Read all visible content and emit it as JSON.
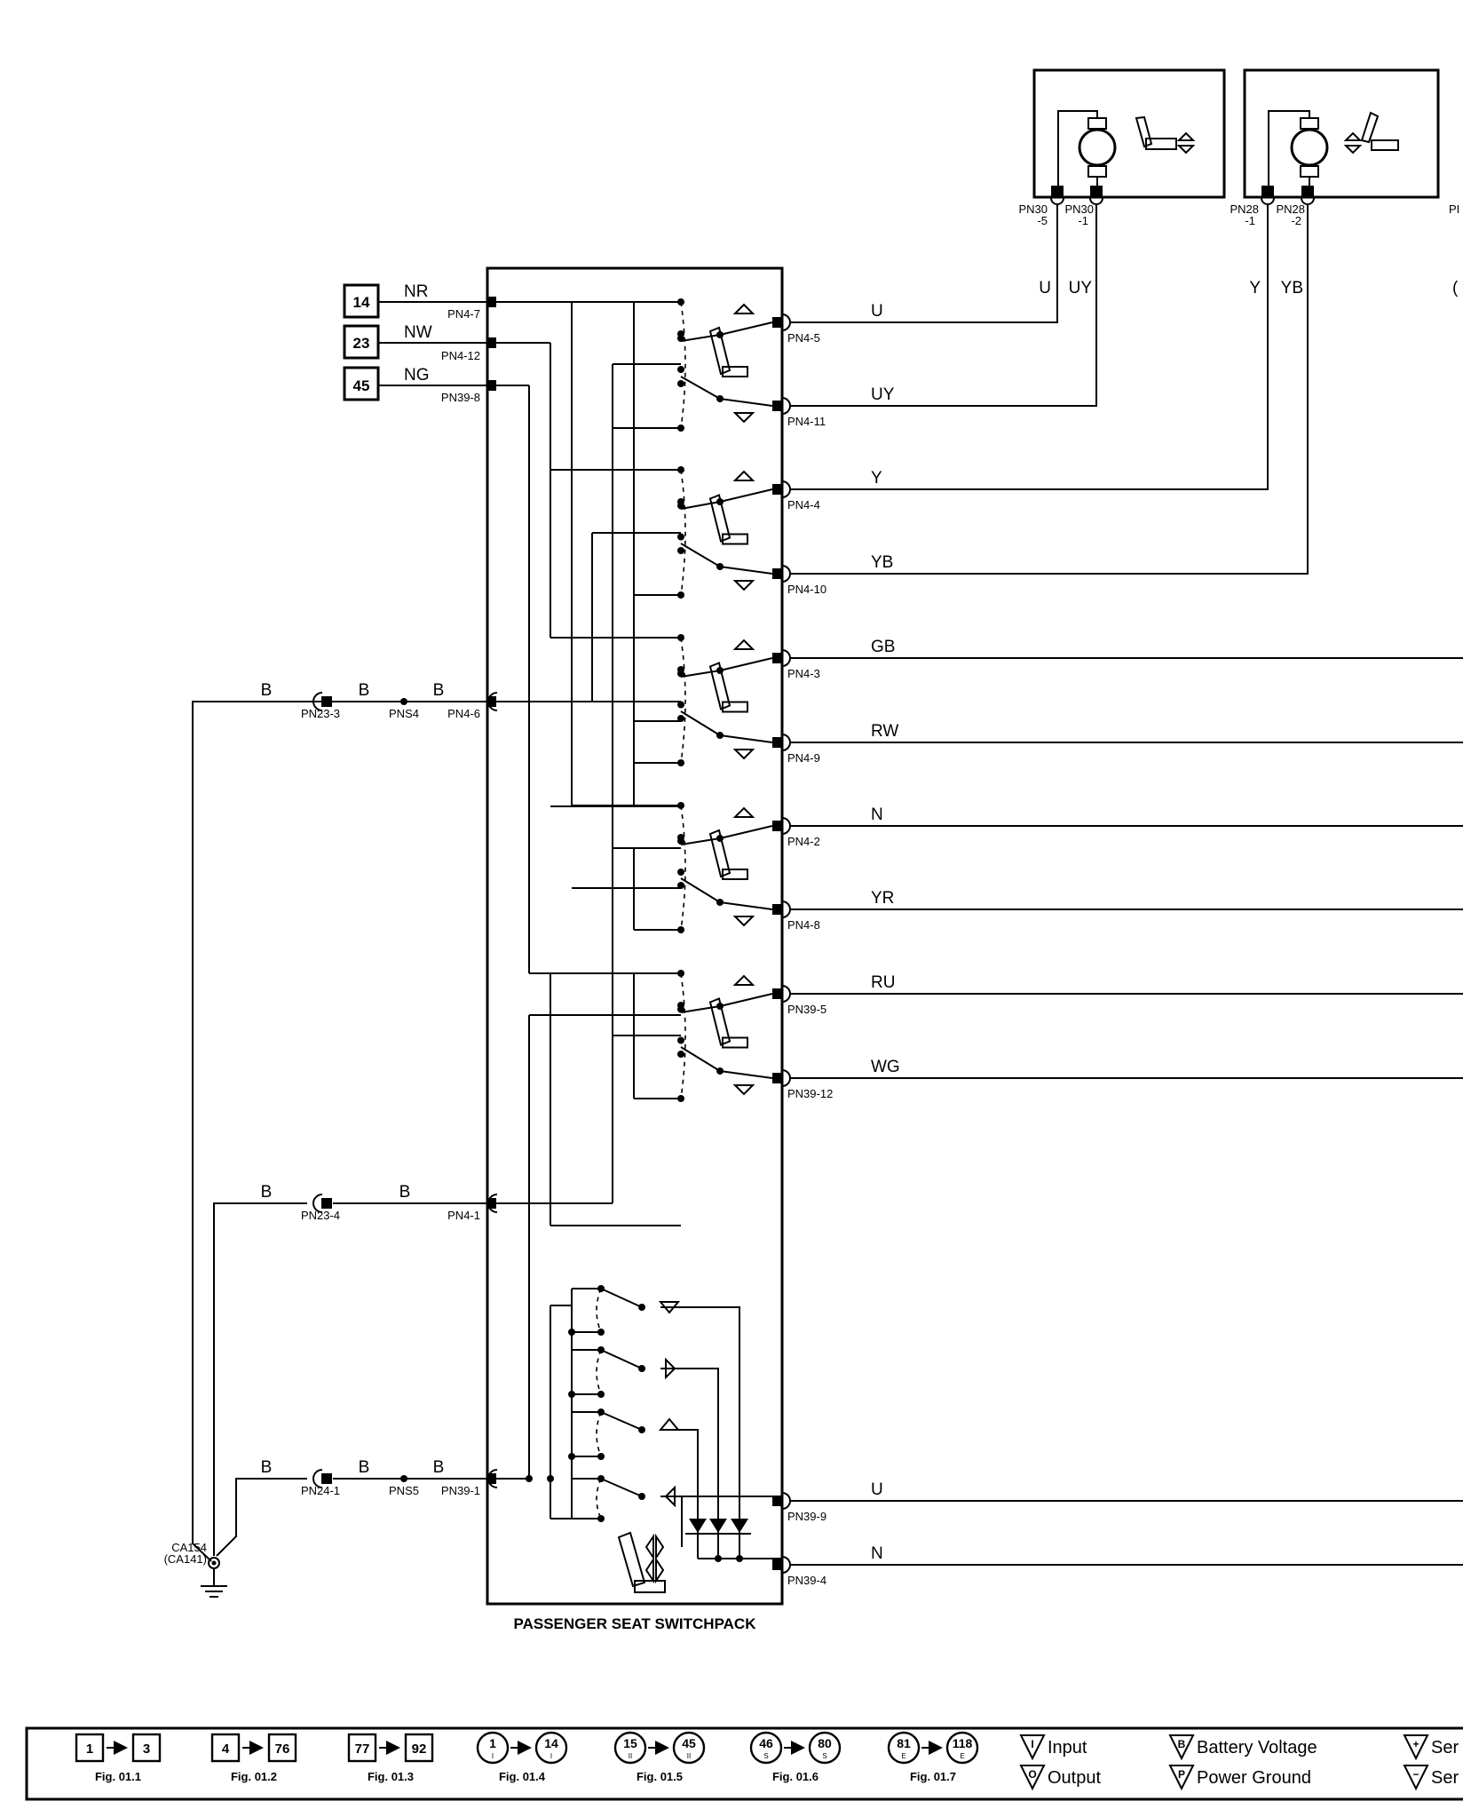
{
  "switchpack_title": "PASSENGER SEAT SWITCHPACK",
  "feeds": [
    {
      "ref": "14",
      "wire": "NR",
      "pin": "PN4-7"
    },
    {
      "ref": "23",
      "wire": "NW",
      "pin": "PN4-12"
    },
    {
      "ref": "45",
      "wire": "NG",
      "pin": "PN39-8"
    }
  ],
  "outputs": [
    {
      "wire": "U",
      "pin": "PN4-5"
    },
    {
      "wire": "UY",
      "pin": "PN4-11"
    },
    {
      "wire": "Y",
      "pin": "PN4-4"
    },
    {
      "wire": "YB",
      "pin": "PN4-10"
    },
    {
      "wire": "GB",
      "pin": "PN4-3"
    },
    {
      "wire": "RW",
      "pin": "PN4-9"
    },
    {
      "wire": "N",
      "pin": "PN4-2"
    },
    {
      "wire": "YR",
      "pin": "PN4-8"
    },
    {
      "wire": "RU",
      "pin": "PN39-5"
    },
    {
      "wire": "WG",
      "pin": "PN39-12"
    },
    {
      "wire": "U",
      "pin": "PN39-9"
    },
    {
      "wire": "N",
      "pin": "PN39-4"
    }
  ],
  "motors": [
    {
      "pin_a": "PN30",
      "pin_a_num": "-5",
      "pin_b": "PN30",
      "pin_b_num": "-1",
      "wire_a": "U",
      "wire_b": "UY"
    },
    {
      "pin_a": "PN28",
      "pin_a_num": "-1",
      "pin_b": "PN28",
      "pin_b_num": "-2",
      "wire_a": "Y",
      "wire_b": "YB"
    }
  ],
  "right_edge_fragments": [
    "PI",
    "("
  ],
  "grounds": [
    {
      "wire": "B",
      "connector": "PN23-3",
      "splice": "PNS4",
      "wire2": "B",
      "wire3": "B",
      "pin": "PN4-6"
    },
    {
      "wire": "B",
      "connector": "PN23-4",
      "wire2": "B",
      "pin": "PN4-1"
    },
    {
      "wire": "B",
      "connector": "PN24-1",
      "splice": "PNS5",
      "wire2": "B",
      "wire3": "B",
      "pin": "PN39-1"
    }
  ],
  "ground_point": {
    "label": "CA154",
    "alt": "(CA141)"
  },
  "legend": {
    "figs": [
      {
        "from": "1",
        "to": "3",
        "fig": "Fig. 01.1",
        "style": "square"
      },
      {
        "from": "4",
        "to": "76",
        "fig": "Fig. 01.2",
        "style": "square"
      },
      {
        "from": "77",
        "to": "92",
        "fig": "Fig. 01.3",
        "style": "square"
      },
      {
        "from": "1",
        "from_sub": "I",
        "to": "14",
        "to_sub": "I",
        "fig": "Fig. 01.4",
        "style": "circle"
      },
      {
        "from": "15",
        "from_sub": "II",
        "to": "45",
        "to_sub": "II",
        "fig": "Fig. 01.5",
        "style": "circle"
      },
      {
        "from": "46",
        "from_sub": "S",
        "to": "80",
        "to_sub": "S",
        "fig": "Fig. 01.6",
        "style": "circle"
      },
      {
        "from": "81",
        "from_sub": "E",
        "to": "118",
        "to_sub": "E",
        "fig": "Fig. 01.7",
        "style": "circle"
      }
    ],
    "symbols": [
      {
        "mark": "I",
        "label": "Input"
      },
      {
        "mark": "O",
        "label": "Output"
      },
      {
        "mark": "B",
        "label": "Battery Voltage"
      },
      {
        "mark": "P",
        "label": "Power Ground"
      },
      {
        "mark": "+",
        "label": "Ser"
      },
      {
        "mark": "−",
        "label": "Ser"
      }
    ]
  }
}
